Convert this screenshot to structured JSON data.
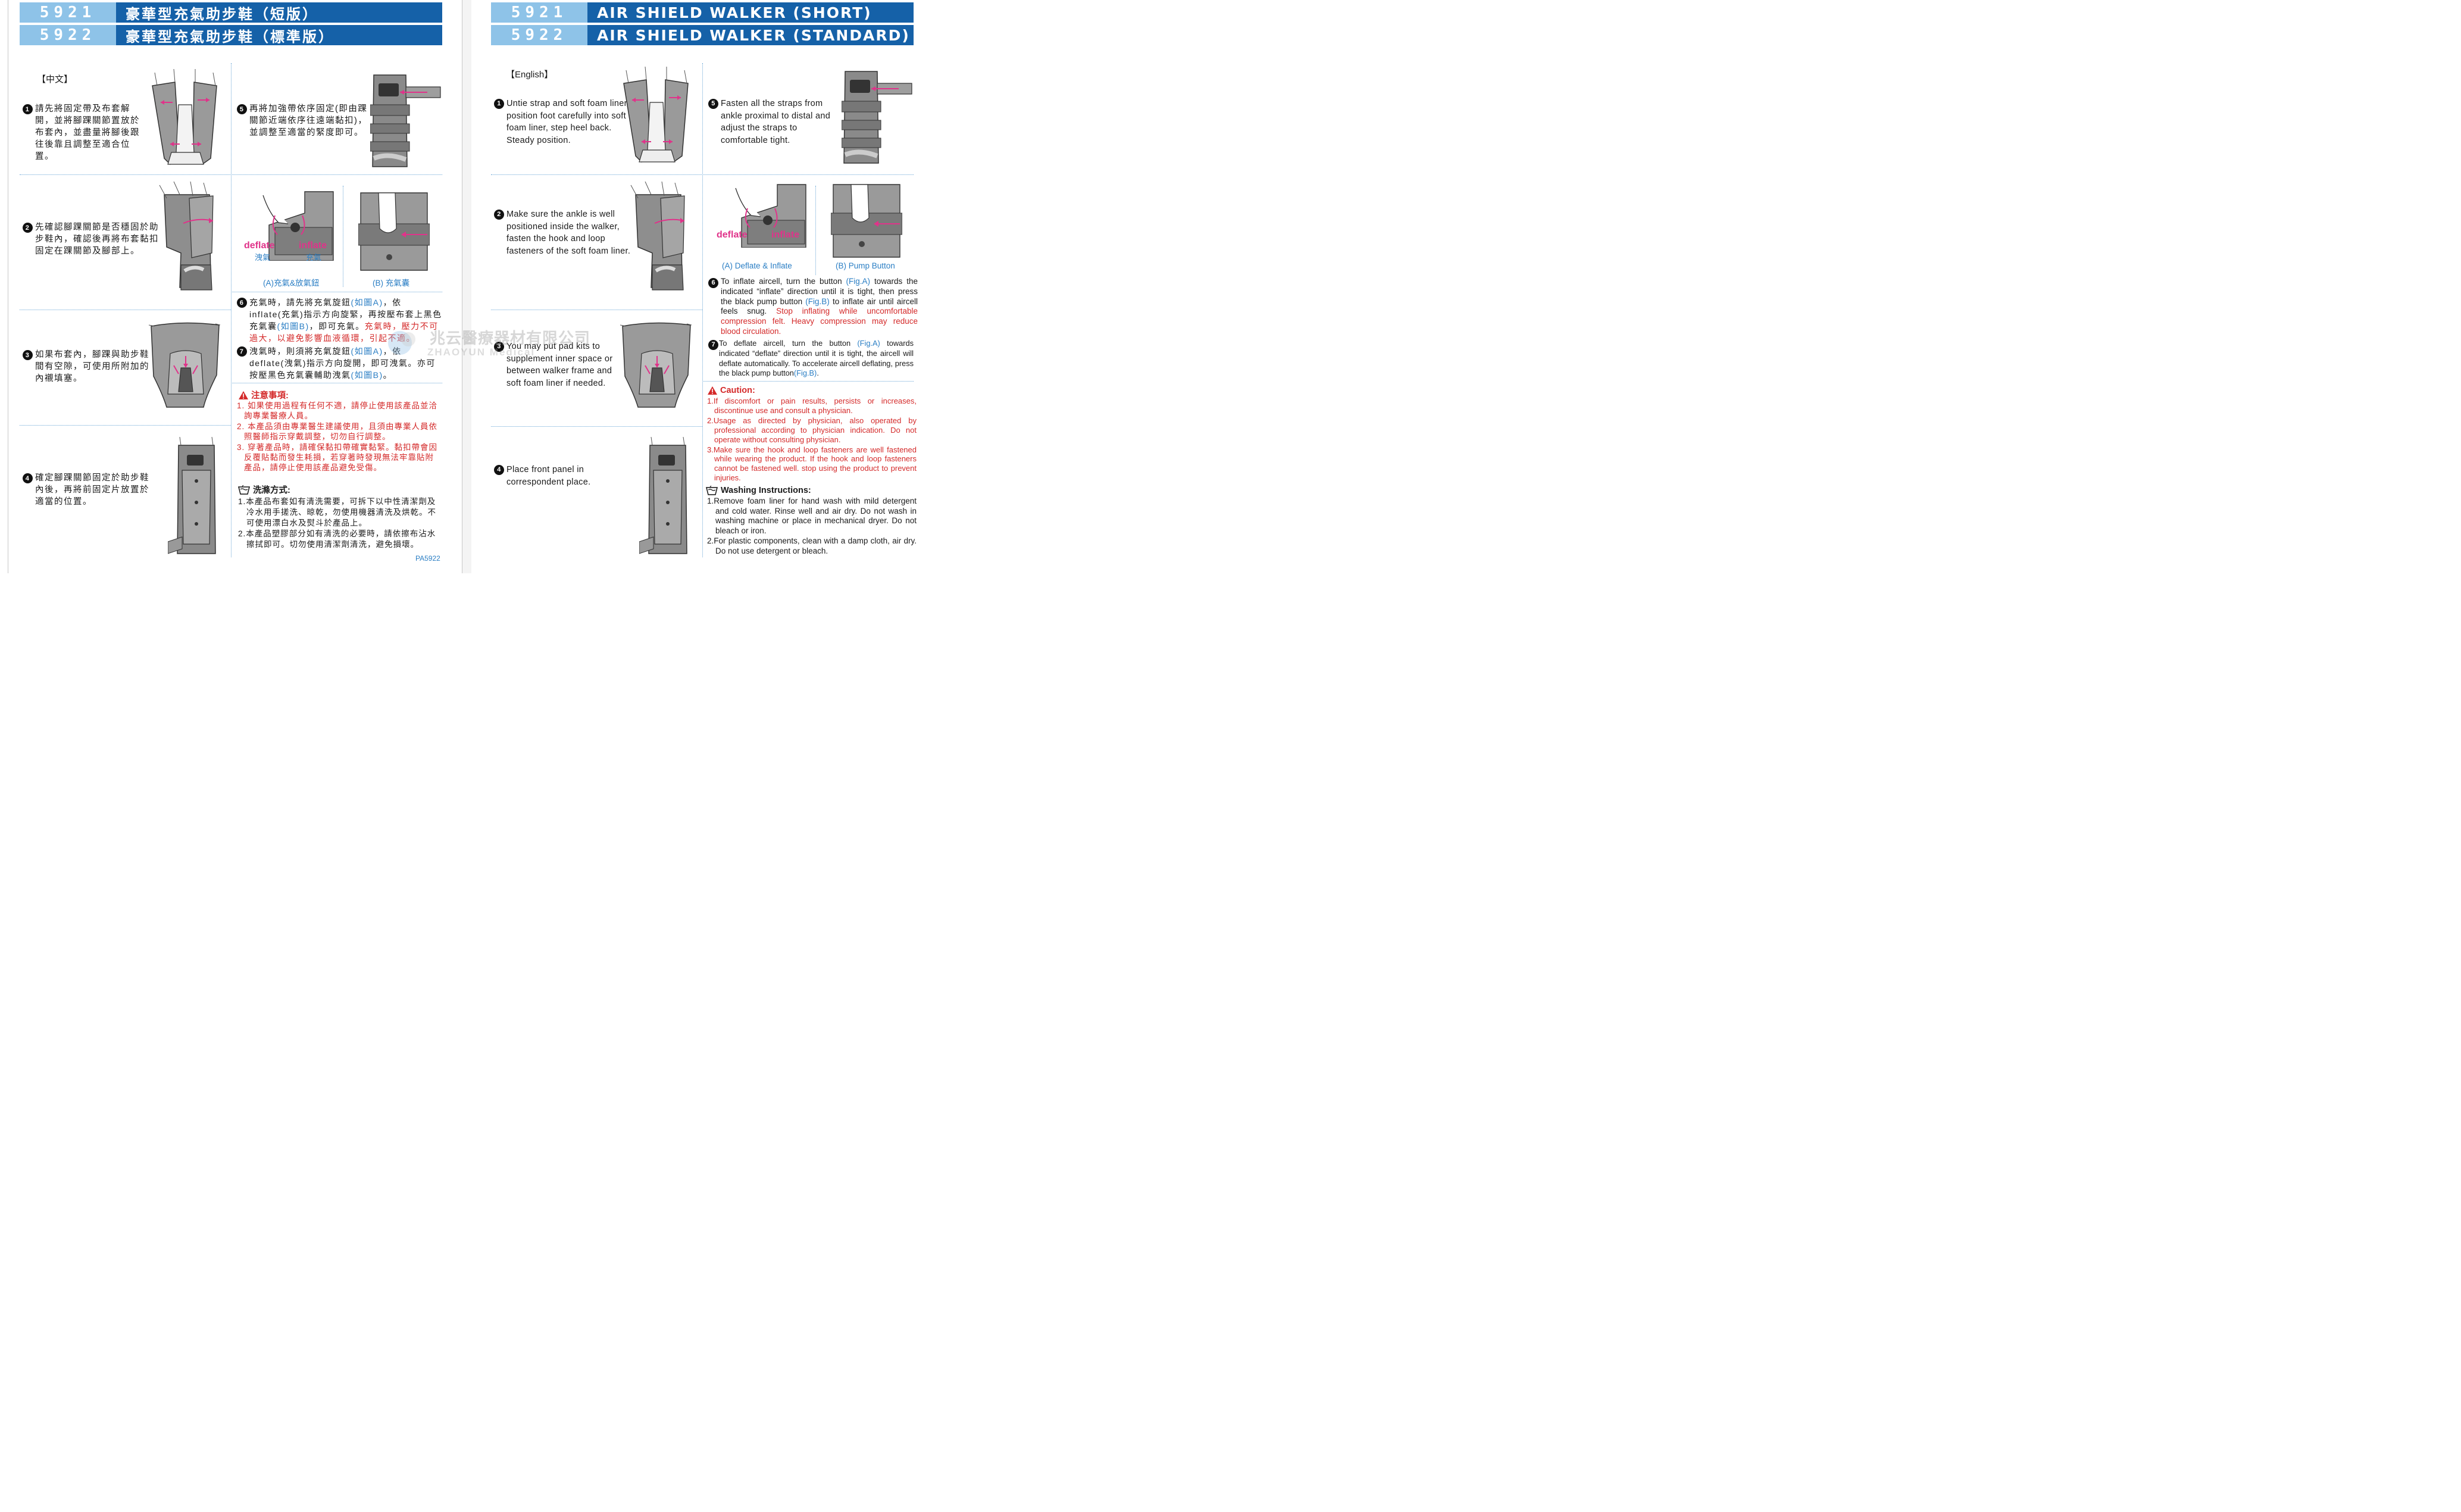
{
  "header": {
    "zh_row1": {
      "num": "5921",
      "title": "豪華型充氣助步鞋（短版）"
    },
    "zh_row2": {
      "num": "5922",
      "title": "豪華型充氣助步鞋（標準版）"
    },
    "en_row1": {
      "num": "5921",
      "title": "AIR SHIELD WALKER (SHORT)"
    },
    "en_row2": {
      "num": "5922",
      "title": "AIR SHIELD WALKER (STANDARD)"
    }
  },
  "zh": {
    "lang": "【中文】",
    "step1": "請先將固定帶及布套解開，並將腳踝關節置放於布套內，並盡量將腳後跟往後靠且調整至適合位置。",
    "step2": "先確認腳踝關節是否穩固於助步鞋內，確認後再將布套黏扣固定在踝關節及腳部上。",
    "step3": "如果布套內，腳踝與助步鞋間有空隙，可使用所附加的內襯填塞。",
    "step4": "確定腳踝關節固定於助步鞋內後，再將前固定片放置於適當的位置。",
    "step5": "再將加強帶依序固定(即由踝關節近端依序往遠端黏扣)，並調整至適當的緊度即可。",
    "fig_deflate": "deflate",
    "fig_deflate_zh": "洩氣",
    "fig_inflate": "inflate",
    "fig_inflate_zh": "充氣",
    "figA": "(A)充氣&放氣鈕",
    "figB": "(B) 充氣囊",
    "step6_a": "充氣時，請先將充氣旋鈕",
    "step6_figA": "(如圖A)",
    "step6_b": "，依inflate(充氣)指示方向旋緊，再按壓布套上黑色充氣囊",
    "step6_figB": "(如圖B)",
    "step6_c": "，即可充氣。",
    "step6_warn": "充氣時，壓力不可過大，以避免影響血液循環，引起不適。",
    "step7_a": "洩氣時，則須將充氣旋鈕",
    "step7_figA": "(如圖A)",
    "step7_b": "，依deflate(洩氣)指示方向旋開，即可洩氣。亦可按壓黑色充氣囊輔助洩氣",
    "step7_figB": "(如圖B)",
    "step7_c": "。",
    "caution_title": "注意事項:",
    "caution": [
      "1. 如果使用過程有任何不適，請停止使用該產品並洽詢專業醫療人員。",
      "2. 本產品須由專業醫生建議使用，且須由專業人員依照醫師指示穿戴調整，切勿自行調整。",
      "3. 穿著產品時，請確保黏扣帶確實黏緊。黏扣帶會因反覆貼黏而發生耗損，若穿著時發現無法牢靠貼附產品，請停止使用該產品避免受傷。"
    ],
    "wash_title": "洗滌方式:",
    "wash": [
      "1.本產品布套如有清洗需要，可拆下以中性清潔劑及冷水用手搓洗、晾乾，勿使用機器清洗及烘乾。不可使用漂白水及熨斗於產品上。",
      "2.本產品塑膠部分如有清洗的必要時，請依擦布沾水擦拭即可。切勿使用清潔劑清洗，避免損壞。"
    ],
    "code": "PA5922"
  },
  "en": {
    "lang": "【English】",
    "step1": "Untie strap and soft foam liner, position foot carefully into soft foam liner, step heel back. Steady position.",
    "step2": "Make sure the ankle is well positioned inside the walker, fasten the hook and loop fasteners of the soft foam liner.",
    "step3": "You may put pad kits to supplement inner space or between walker frame and soft foam liner if needed.",
    "step4": "Place front panel in correspondent place.",
    "step5": "Fasten all the straps from ankle proximal to distal and adjust the straps to comfortable tight.",
    "fig_deflate": "deflate",
    "fig_inflate": "inflate",
    "figA": "(A) Deflate & Inflate",
    "figB": "(B) Pump Button",
    "step6_a": "To inflate aircell, turn the button ",
    "step6_figA": "(Fig.A)",
    "step6_b": " towards the indicated “inflate” direction until it is tight, then press the black pump button ",
    "step6_figB": "(Fig.B)",
    "step6_c": " to inflate air until aircell feels snug. ",
    "step6_warn": "Stop inflating while uncomfortable compression felt. Heavy compression may reduce blood circulation.",
    "step7_a": "To deflate aircell, turn the button ",
    "step7_figA": "(Fig.A)",
    "step7_b": " towards indicated “deflate” direction until it is tight, the aircell will deflate automatically. To accelerate aircell deflating, press the black pump button",
    "step7_figB": "(Fig.B)",
    "step7_c": ".",
    "caution_title": "Caution:",
    "caution": [
      "1.If discomfort or pain results, persists or increases, discontinue use and consult a physician.",
      "2.Usage as directed by physician, also operated by professional according to physician indication. Do not operate without consulting physician.",
      "3.Make sure the hook and loop fasteners are well fastened while wearing the product. If the hook and loop fasteners cannot be fastened well. stop using the product to prevent injuries."
    ],
    "wash_title": "Washing Instructions:",
    "wash": [
      "1.Remove foam liner for hand wash with mild detergent and cold water. Rinse well and air dry. Do not wash in washing machine or place in mechanical dryer. Do not bleach or iron.",
      "2.For plastic components, clean with a damp cloth, air dry. Do not use detergent or bleach."
    ]
  },
  "watermark": {
    "zh": "兆云醫療器材有限公司",
    "en": "ZHAOYUN Medical"
  },
  "colors": {
    "header_dark": "#1561a8",
    "header_light": "#8ec3e8",
    "accent_blue": "#2a7ec4",
    "warn_red": "#d42a2a",
    "pink": "#e0338a"
  },
  "icons": [
    "numbered-bullet",
    "warning-triangle-icon",
    "wash-basin-icon",
    "hand-icon",
    "arrow-icon"
  ]
}
